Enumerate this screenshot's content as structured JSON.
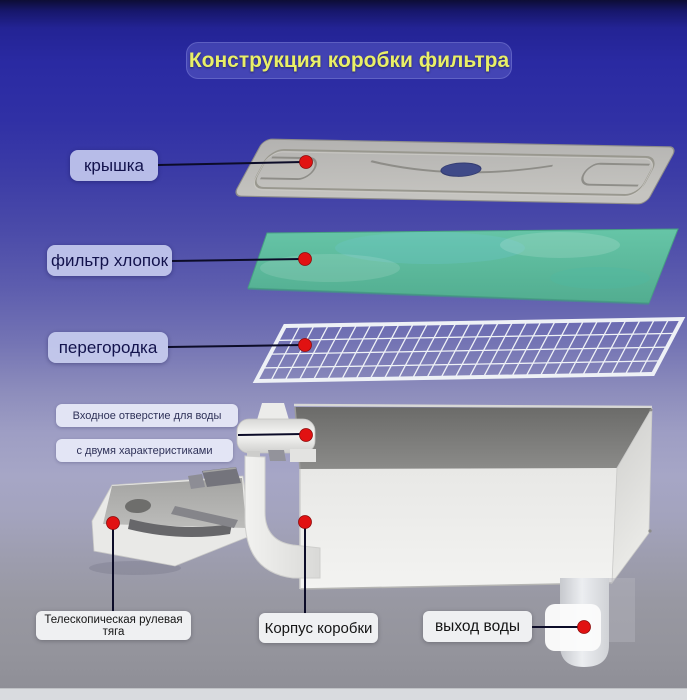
{
  "title": "Конструкция коробки фильтра",
  "callouts": {
    "lid": "крышка",
    "filter_cotton": "фильтр хлопок",
    "partition": "перегородка",
    "water_inlet_line1": "Входное отверстие для воды",
    "water_inlet_line2": "с двумя характеристиками",
    "telescopic_rod": "Телескопическая рулевая тяга",
    "box_body": "Корпус коробки",
    "water_outlet": "выход воды"
  },
  "colors": {
    "title_text": "#e9ef67",
    "marker": "#e11212",
    "callout_line": "#0c0c28",
    "filter_cotton": "#5cbb9e",
    "background_top": "#0d0d34",
    "background_blue": "#2b2ba4",
    "background_lavender": "#a2a2c4",
    "background_bottom": "#94949c"
  }
}
